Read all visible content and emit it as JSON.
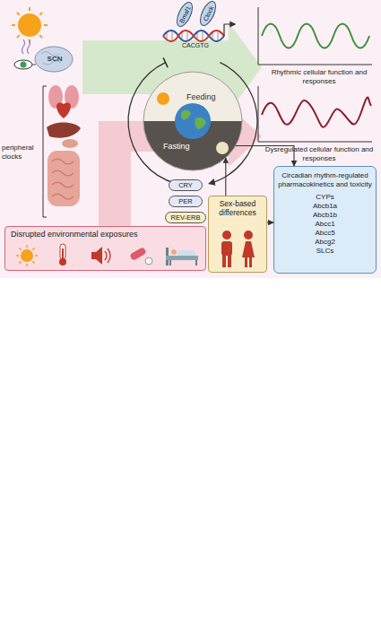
{
  "diagram": {
    "nodes": [
      {
        "text": [
          "Bmal1"
        ]
      },
      {
        "text": [
          "Clock"
        ]
      },
      {
        "text": [
          "Feeding",
          "Fasting"
        ]
      },
      {
        "text": [
          "CRY"
        ]
      },
      {
        "text": [
          "PER"
        ]
      },
      {
        "text": [
          "REV-ERB"
        ]
      },
      {
        "text": [
          "Sex-based differences"
        ]
      },
      {
        "text": [
          "Circadian rhythm-regulated pharmacokinetics and toxicity",
          "CYPs",
          "Abcb1a",
          "Abcb1b",
          "Abcc1",
          "Abcc5",
          "Abcg2",
          "SLCs"
        ]
      },
      {
        "text": [
          "Disrupted environmental exposures"
        ]
      }
    ],
    "edges": [
      {
        "from": 6,
        "to": 2,
        "arrow": "to"
      },
      {
        "from": 2,
        "to": 7,
        "arrow": "to"
      },
      {
        "from": 6,
        "to": 7,
        "arrow": "to"
      }
    ],
    "labels": [
      "SCN",
      "peripheral clocks",
      "CACGTG",
      "Rhythmic cellular function and responses",
      "Dysregulated cellular function and responses"
    ]
  }
}
